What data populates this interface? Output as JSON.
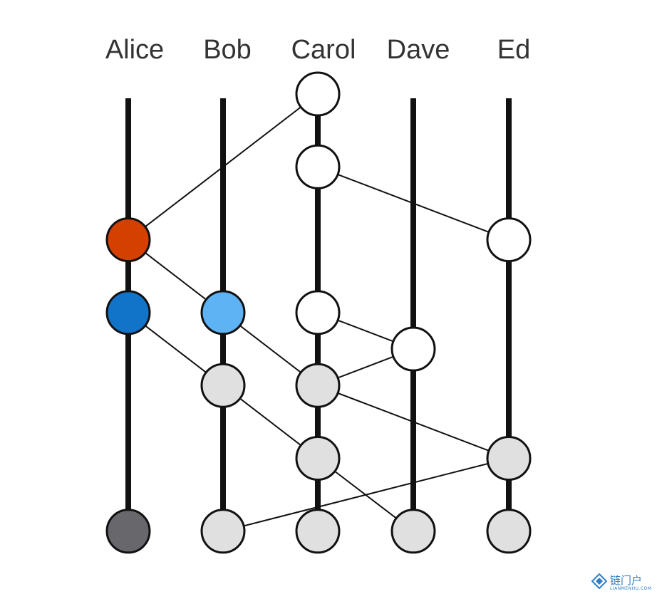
{
  "members": [
    {
      "id": "alice",
      "label": "Alice"
    },
    {
      "id": "bob",
      "label": "Bob"
    },
    {
      "id": "carol",
      "label": "Carol"
    },
    {
      "id": "dave",
      "label": "Dave"
    },
    {
      "id": "ed",
      "label": "Ed"
    }
  ],
  "events": [
    {
      "id": "c1",
      "member": "carol",
      "level": 0,
      "color": "white"
    },
    {
      "id": "c2",
      "member": "carol",
      "level": 1,
      "color": "white"
    },
    {
      "id": "a1",
      "member": "alice",
      "level": 2,
      "color": "red"
    },
    {
      "id": "e1",
      "member": "ed",
      "level": 2,
      "color": "white"
    },
    {
      "id": "a2",
      "member": "alice",
      "level": 3,
      "color": "dark-blue"
    },
    {
      "id": "b1",
      "member": "bob",
      "level": 3,
      "color": "light-blue"
    },
    {
      "id": "c3",
      "member": "carol",
      "level": 3,
      "color": "white"
    },
    {
      "id": "d1",
      "member": "dave",
      "level": 3.5,
      "color": "white"
    },
    {
      "id": "b2",
      "member": "bob",
      "level": 4,
      "color": "light-gray"
    },
    {
      "id": "c4",
      "member": "carol",
      "level": 4,
      "color": "light-gray"
    },
    {
      "id": "c5",
      "member": "carol",
      "level": 5,
      "color": "light-gray"
    },
    {
      "id": "e2",
      "member": "ed",
      "level": 5,
      "color": "light-gray"
    },
    {
      "id": "a3",
      "member": "alice",
      "level": 6,
      "color": "dark-gray"
    },
    {
      "id": "b3",
      "member": "bob",
      "level": 6,
      "color": "light-gray"
    },
    {
      "id": "c6",
      "member": "carol",
      "level": 6,
      "color": "light-gray"
    },
    {
      "id": "d2",
      "member": "dave",
      "level": 6,
      "color": "light-gray"
    },
    {
      "id": "e3",
      "member": "ed",
      "level": 6,
      "color": "light-gray"
    }
  ],
  "edges": [
    [
      "c1",
      "a1"
    ],
    [
      "c2",
      "e1"
    ],
    [
      "a1",
      "b1"
    ],
    [
      "a2",
      "b2"
    ],
    [
      "b1",
      "c4"
    ],
    [
      "c3",
      "d1"
    ],
    [
      "d1",
      "c4"
    ],
    [
      "b2",
      "c5"
    ],
    [
      "c4",
      "e2"
    ],
    [
      "c5",
      "d2"
    ],
    [
      "e2",
      "b3"
    ]
  ],
  "colors": {
    "white": "#ffffff",
    "red": "#d44000",
    "dark-blue": "#1274c8",
    "light-blue": "#5eb3f4",
    "light-gray": "#e0e0e0",
    "dark-gray": "#68686c",
    "line": "#111111",
    "label": "#333333"
  },
  "watermark": {
    "text": "链门户",
    "subtext": "LIANMENHU.COM"
  }
}
